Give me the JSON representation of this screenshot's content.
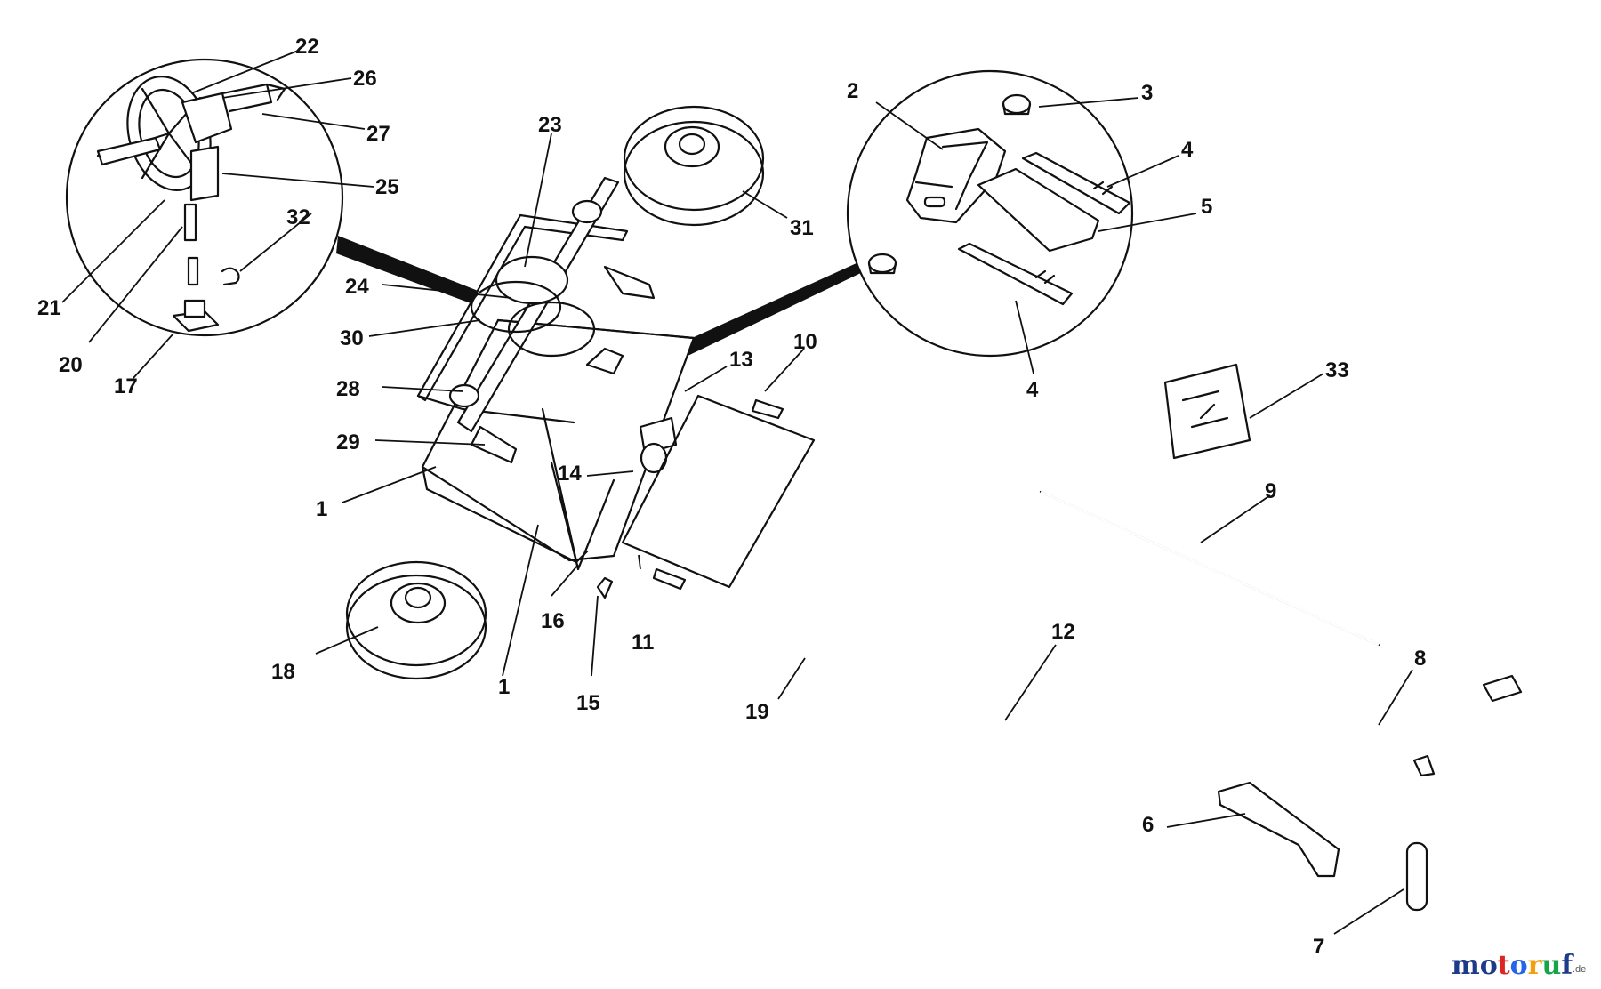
{
  "part_labels": {
    "p1a": "1",
    "p1b": "1",
    "p2": "2",
    "p3": "3",
    "p4a": "4",
    "p4b": "4",
    "p5": "5",
    "p6": "6",
    "p7": "7",
    "p8": "8",
    "p9": "9",
    "p10": "10",
    "p11": "11",
    "p12": "12",
    "p13": "13",
    "p14": "14",
    "p15": "15",
    "p16": "16",
    "p17": "17",
    "p18": "18",
    "p19": "19",
    "p20": "20",
    "p21": "21",
    "p22": "22",
    "p23": "23",
    "p24": "24",
    "p25": "25",
    "p26": "26",
    "p27": "27",
    "p28": "28",
    "p29": "29",
    "p30": "30",
    "p31": "31",
    "p32": "32",
    "p33": "33"
  },
  "watermark": {
    "brand": "motoruf",
    "suffix": ".de",
    "letter_colors": [
      "#1e3a8a",
      "#1e3a8a",
      "#dc2626",
      "#2563eb",
      "#f59e0b",
      "#16a34a",
      "#1e3a8a"
    ]
  }
}
